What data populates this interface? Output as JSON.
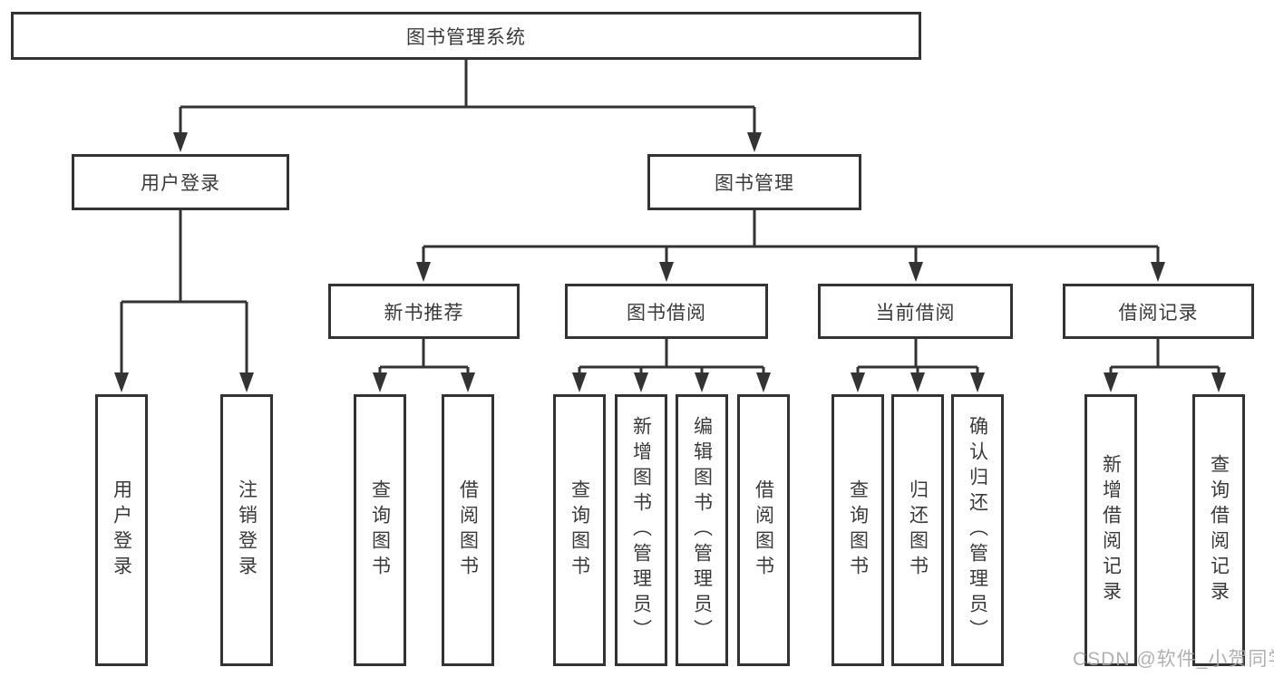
{
  "colors": {
    "line": "#333333",
    "box_border": "#333333",
    "text": "#3a3a3a",
    "watermark": "#a8a8a8",
    "background": "#ffffff"
  },
  "watermark": "CSDN @软件_小贺同学",
  "nodes": {
    "root": "图书管理系统",
    "user_login": "用户登录",
    "book_management": "图书管理",
    "new_books": "新书推荐",
    "book_borrowing": "图书借阅",
    "current_borrowing": "当前借阅",
    "borrow_records": "借阅记录",
    "user_login_children": [
      "用户登录",
      "注销登录"
    ],
    "new_books_children": [
      "查询图书",
      "借阅图书"
    ],
    "book_borrowing_children": [
      "查询图书",
      "新增图书（管理员）",
      "编辑图书（管理员）",
      "借阅图书"
    ],
    "current_borrowing_children": [
      "查询图书",
      "归还图书",
      "确认归还（管理员）"
    ],
    "borrow_records_children": [
      "新增借阅记录",
      "查询借阅记录"
    ]
  }
}
